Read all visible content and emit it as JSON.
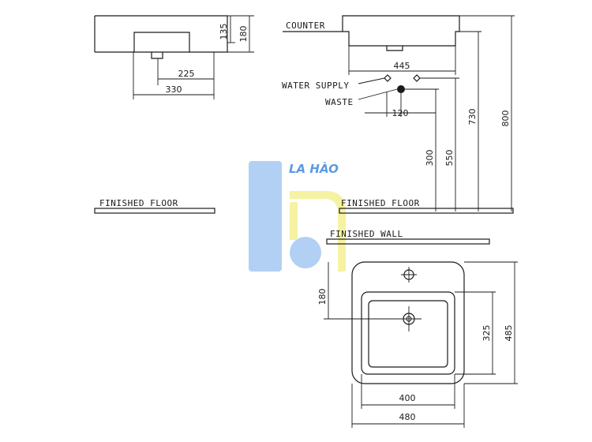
{
  "labels": {
    "counter": "COUNTER",
    "water_supply": "WATER SUPPLY",
    "waste": "WASTE",
    "finished_floor_left": "FINISHED FLOOR",
    "finished_floor_right": "FINISHED FLOOR",
    "finished_wall": "FINISHED WALL"
  },
  "dimensions": {
    "d135": "135",
    "d180_top": "180",
    "d225": "225",
    "d330": "330",
    "d445": "445",
    "d120": "120",
    "d300": "300",
    "d550": "550",
    "d730": "730",
    "d800": "800",
    "d180_plan": "180",
    "d325": "325",
    "d485": "485",
    "d400": "400",
    "d480": "480"
  },
  "watermark": {
    "text": "LA HÀO",
    "colors": {
      "blue": "#a9ccf2",
      "yellow": "#f5f19a",
      "text": "#4a90e2"
    }
  }
}
